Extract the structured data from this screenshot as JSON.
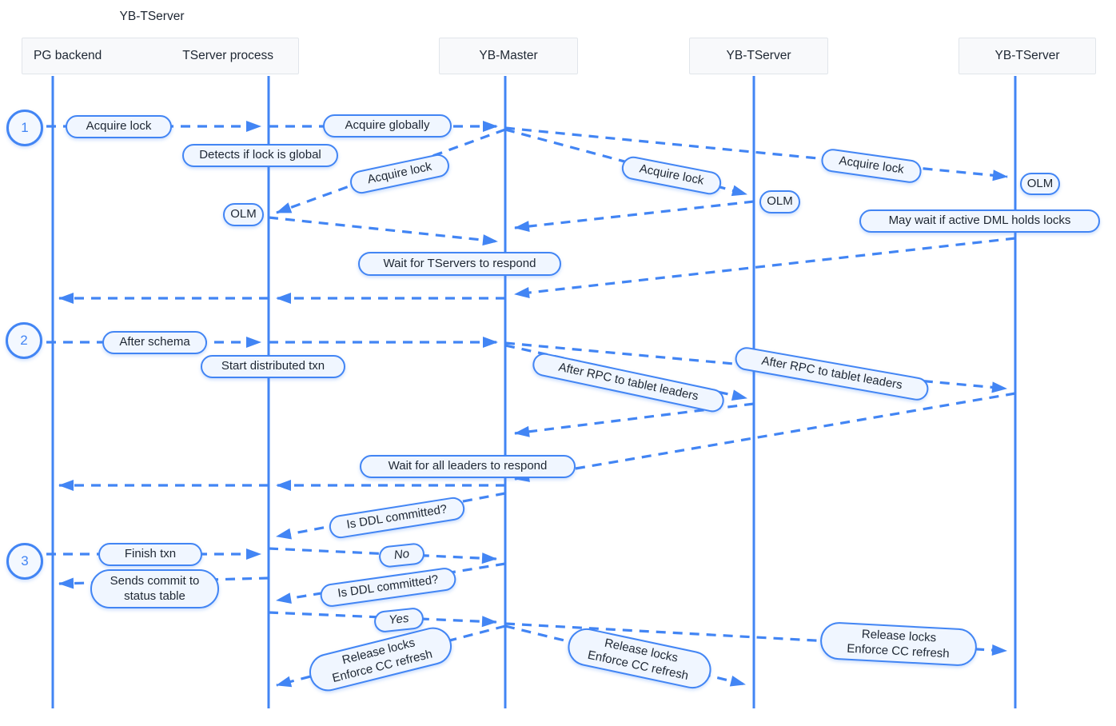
{
  "colors": {
    "accent": "#4285f4",
    "pill_fill": "#f0f6ff",
    "box_fill": "#f8f9fb",
    "text": "#1e2733"
  },
  "header": {
    "group_label": "YB-TServer",
    "participants": [
      {
        "label": "PG backend"
      },
      {
        "label": "TServer process"
      },
      {
        "label": "YB-Master"
      },
      {
        "label": "YB-TServer"
      },
      {
        "label": "YB-TServer"
      }
    ]
  },
  "steps": [
    {
      "num": "1"
    },
    {
      "num": "2"
    },
    {
      "num": "3"
    }
  ],
  "pills": [
    {
      "label": "Acquire lock"
    },
    {
      "label": "Acquire globally"
    },
    {
      "label": "Detects if lock is global"
    },
    {
      "label": "Acquire lock"
    },
    {
      "label": "OLM"
    },
    {
      "label": "Acquire lock"
    },
    {
      "label": "OLM"
    },
    {
      "label": "Acquire lock"
    },
    {
      "label": "OLM"
    },
    {
      "label": "May wait if active DML holds locks"
    },
    {
      "label": "Wait for TServers to respond"
    },
    {
      "label": "After schema"
    },
    {
      "label": "Start distributed txn"
    },
    {
      "label": "After RPC to tablet leaders"
    },
    {
      "label": "After RPC to tablet leaders"
    },
    {
      "label": "Wait for all leaders to respond"
    },
    {
      "label": "Is DDL committed?"
    },
    {
      "label": "No"
    },
    {
      "label": "Finish txn"
    },
    {
      "label": "Sends commit to\nstatus table"
    },
    {
      "label": "Is DDL committed?"
    },
    {
      "label": "Yes"
    },
    {
      "label": "Release locks\nEnforce CC refresh"
    },
    {
      "label": "Release locks\nEnforce CC refresh"
    },
    {
      "label": "Release locks\nEnforce CC refresh"
    }
  ]
}
